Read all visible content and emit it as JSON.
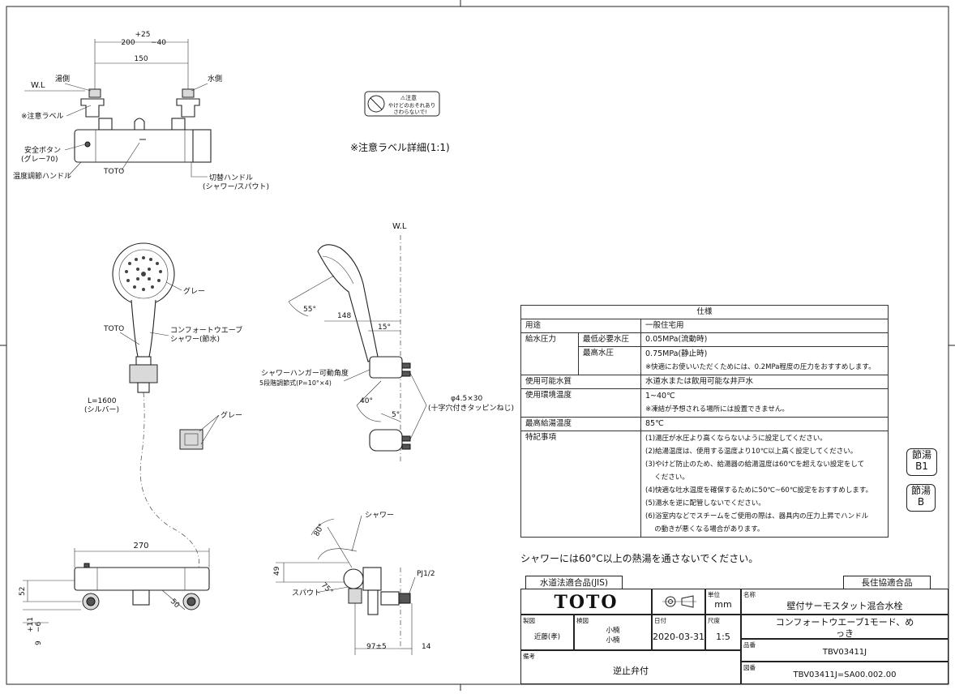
{
  "top_view": {
    "dim_tolerance": "+25\n−40",
    "dim_tol_plus": "+25",
    "dim_tol_minus": "−40",
    "dim_200": "200",
    "dim_150": "150",
    "wl": "W.L",
    "hot_side": "湯側",
    "cold_side": "水側",
    "caution_label": "※注意ラベル",
    "safety_button": "安全ボタン",
    "safety_button_color": "(グレー70)",
    "temp_handle": "温度調節ハンドル",
    "toto": "TOTO",
    "switch_handle": "切替ハンドル",
    "switch_handle_mode": "(シャワー/スパウト)"
  },
  "caution_label": {
    "title": "⚠注意",
    "line1": "やけどのおそれあり",
    "line2": "さわらないで!",
    "detail_caption": "※注意ラベル詳細(1:1)"
  },
  "shower_front": {
    "gray": "グレー",
    "toto": "TOTO",
    "product_line1": "コンフォートウエーブ",
    "product_line2": "シャワー(節水)",
    "hose_length": "L=1600",
    "hose_color": "(シルバー)",
    "holder_gray": "グレー"
  },
  "side_view": {
    "wl": "W.L",
    "angle_55": "55°",
    "dim_148": "148",
    "angle_15": "15°",
    "hanger_angle": "シャワーハンガー可動角度",
    "hanger_steps": "5段階調節式(P=10°×4)",
    "angle_40": "40°",
    "angle_5": "5°",
    "screw_dim": "φ4.5×30",
    "screw_type": "(十字穴付きタッピンねじ)"
  },
  "bottom_view": {
    "dim_270": "270",
    "dim_52": "52",
    "dim_50": "50",
    "dim_11": "+11\n9 −6",
    "dim_tol_plus": "+11",
    "dim_tol_minus": "−6",
    "dim_9": "9"
  },
  "spout_view": {
    "shower": "シャワー",
    "angle_80": "80°",
    "dim_49": "49",
    "spout": "スパウト",
    "angle_75": "75°",
    "pj": "PJ1/2",
    "dim_97": "97±5",
    "dim_14": "14"
  },
  "spec": {
    "heading": "仕様",
    "rows": {
      "use_label": "用途",
      "use_value": "一般住宅用",
      "pressure_label": "給水圧力",
      "min_label": "最低必要水圧",
      "min_value": "0.05MPa(流動時)",
      "max_label": "最高水圧",
      "max_value": "0.75MPa(静止時)",
      "max_note": "※快適にお使いいただくためには、0.2MPa程度の圧力をおすすめします。",
      "water_label": "使用可能水質",
      "water_value": "水道水または飲用可能な井戸水",
      "env_label": "使用環境温度",
      "env_value": "1~40℃",
      "env_note": "※凍結が予想される場所には設置できません。",
      "hot_label": "最高給湯温度",
      "hot_value": "85℃",
      "notes_label": "特記事項",
      "notes": [
        "(1)湯圧が水圧より高くならないように設定してください。",
        "(2)給湯温度は、使用する温度より10℃以上高く設定してください。",
        "(3)やけど防止のため、給湯器の給湯温度は60℃を超えない設定をして",
        "　 ください。",
        "(4)快適な吐水温度を確保するために50℃~60℃設定をおすすめします。",
        "(5)湯水を逆に配管しないでください。",
        "(6)浴室内などでスチームをご使用の際は、器具内の圧力上昇でハンドル",
        "　 の動きが悪くなる場合があります。"
      ]
    }
  },
  "badges": {
    "b1_top": "節湯",
    "b1_bottom": "B1",
    "b_top": "節湯",
    "b_bottom": "B"
  },
  "warning_note": "シャワーには60°C以上の熱湯を通さないでください。",
  "title_block": {
    "jis": "水道法適合品(JIS)",
    "chojyu": "長住協適合品",
    "logo": "TOTO",
    "unit_label": "単位",
    "unit_value": "mm",
    "name_label": "名称",
    "name_line1": "壁付サーモスタット混合水栓",
    "name_line2": "コンフォートウエーブ1モード、め",
    "name_line3": "っき",
    "drafter_label": "製図",
    "drafter_value": "近藤(孝)",
    "checker_label": "検図",
    "checker_value1": "小楠",
    "checker_value2": "小楠",
    "date_label": "日付",
    "date_value": "2020-03-31",
    "scale_label": "尺度",
    "scale_value": "1:5",
    "part_label": "品番",
    "part_value": "TBV03411J",
    "remarks_label": "備考",
    "remarks_value": "逆止弁付",
    "drawing_label": "図番",
    "drawing_value": "TBV03411J=SA00.002.00"
  }
}
